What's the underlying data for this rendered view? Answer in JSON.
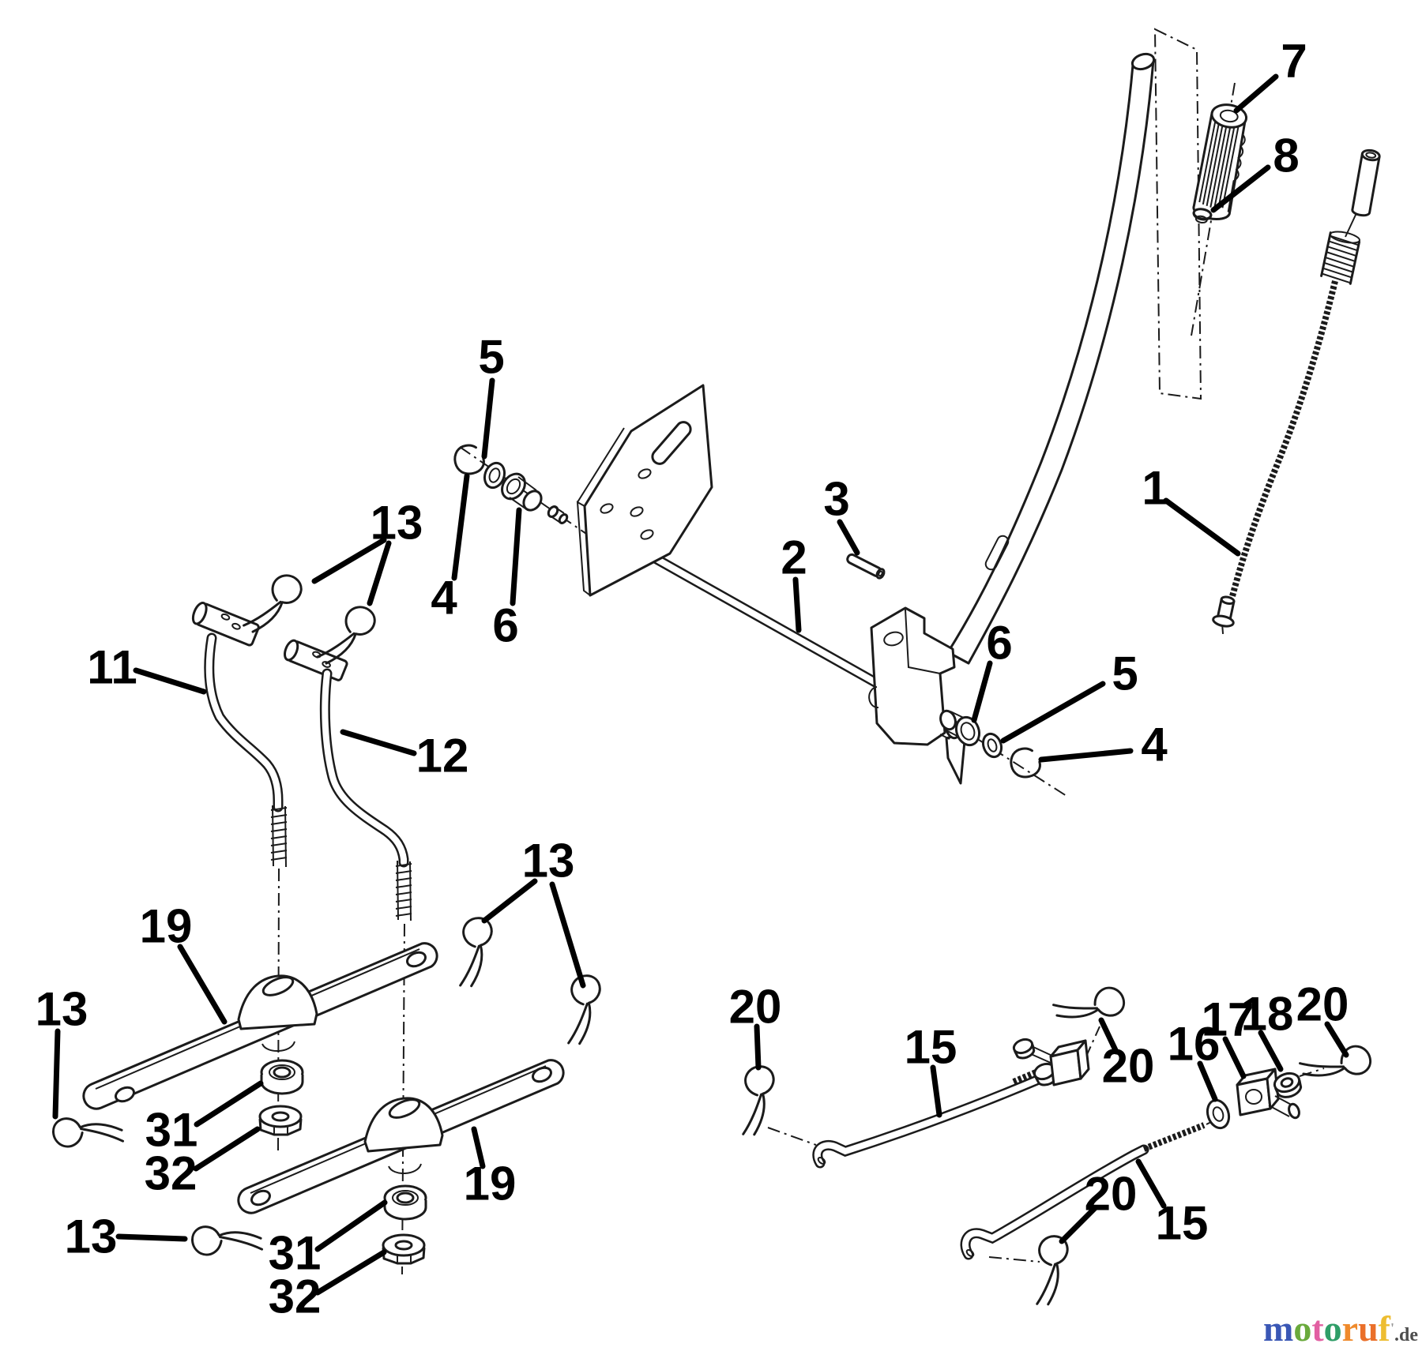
{
  "diagram": {
    "background": "#ffffff",
    "line_color": "#1b1b1b",
    "label_color": "#000000",
    "callouts": [
      {
        "id": "callout-7",
        "label": "7"
      },
      {
        "id": "callout-8",
        "label": "8"
      },
      {
        "id": "callout-1",
        "label": "1"
      },
      {
        "id": "callout-5-left",
        "label": "5"
      },
      {
        "id": "callout-4-left",
        "label": "4"
      },
      {
        "id": "callout-6-left",
        "label": "6"
      },
      {
        "id": "callout-13-upper",
        "label": "13"
      },
      {
        "id": "callout-3",
        "label": "3"
      },
      {
        "id": "callout-2",
        "label": "2"
      },
      {
        "id": "callout-6-right",
        "label": "6"
      },
      {
        "id": "callout-5-right",
        "label": "5"
      },
      {
        "id": "callout-4-right",
        "label": "4"
      },
      {
        "id": "callout-11",
        "label": "11"
      },
      {
        "id": "callout-12",
        "label": "12"
      },
      {
        "id": "callout-13-mid",
        "label": "13"
      },
      {
        "id": "callout-19-upper",
        "label": "19"
      },
      {
        "id": "callout-13-left",
        "label": "13"
      },
      {
        "id": "callout-31-upper",
        "label": "31"
      },
      {
        "id": "callout-32-upper",
        "label": "32"
      },
      {
        "id": "callout-13-bottom",
        "label": "13"
      },
      {
        "id": "callout-19-lower",
        "label": "19"
      },
      {
        "id": "callout-31-lower",
        "label": "31"
      },
      {
        "id": "callout-32-lower",
        "label": "32"
      },
      {
        "id": "callout-20-a",
        "label": "20"
      },
      {
        "id": "callout-15-front",
        "label": "15"
      },
      {
        "id": "callout-20-b",
        "label": "20"
      },
      {
        "id": "callout-16",
        "label": "16"
      },
      {
        "id": "callout-17",
        "label": "17"
      },
      {
        "id": "callout-18",
        "label": "18"
      },
      {
        "id": "callout-20-c",
        "label": "20"
      },
      {
        "id": "callout-20-d",
        "label": "20"
      },
      {
        "id": "callout-15-rear",
        "label": "15"
      }
    ],
    "watermark": {
      "letters": [
        {
          "char": "m",
          "color": "#3a57b5"
        },
        {
          "char": "o",
          "color": "#6aaa3c"
        },
        {
          "char": "t",
          "color": "#e25fa2"
        },
        {
          "char": "o",
          "color": "#2f9e68"
        },
        {
          "char": "r",
          "color": "#ef8a2c"
        },
        {
          "char": "u",
          "color": "#ea6f2a"
        },
        {
          "char": "f",
          "color": "#edbd31"
        }
      ],
      "tick": "'",
      "tick_color": "#999999",
      "suffix": ".de",
      "suffix_color": "#4d4d4d"
    }
  }
}
